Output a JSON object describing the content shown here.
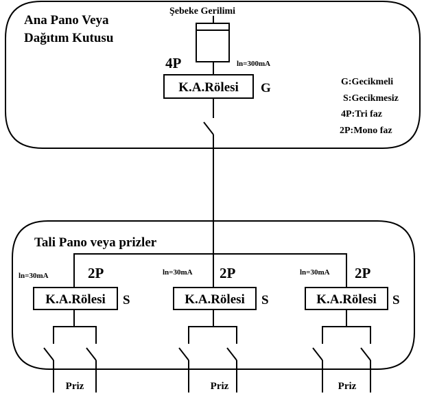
{
  "main_panel": {
    "title_line1": "Ana Pano Veya",
    "title_line2": "Dağıtım Kutusu",
    "supply_label": "Şebeke Gerilimi",
    "breaker_poles": "4P",
    "rated_current": "ln=300mA",
    "relay_label": "K.A.Rölesi",
    "relay_type": "G"
  },
  "legend": {
    "delayed": "G:Gecikmeli",
    "instant": "S:Gecikmesiz",
    "three_phase": "4P:Tri faz",
    "single_phase": "2P:Mono faz"
  },
  "sub_panel": {
    "title": "Tali Pano veya prizler",
    "branches": [
      {
        "rated_current": "ln=30mA",
        "poles": "2P",
        "relay_label": "K.A.Rölesi",
        "relay_type": "S",
        "outlet_label": "Priz"
      },
      {
        "rated_current": "ln=30mA",
        "poles": "2P",
        "relay_label": "K.A.Rölesi",
        "relay_type": "S",
        "outlet_label": "Priz"
      },
      {
        "rated_current": "ln=30mA",
        "poles": "2P",
        "relay_label": "K.A.Rölesi",
        "relay_type": "S",
        "outlet_label": "Priz"
      }
    ]
  }
}
